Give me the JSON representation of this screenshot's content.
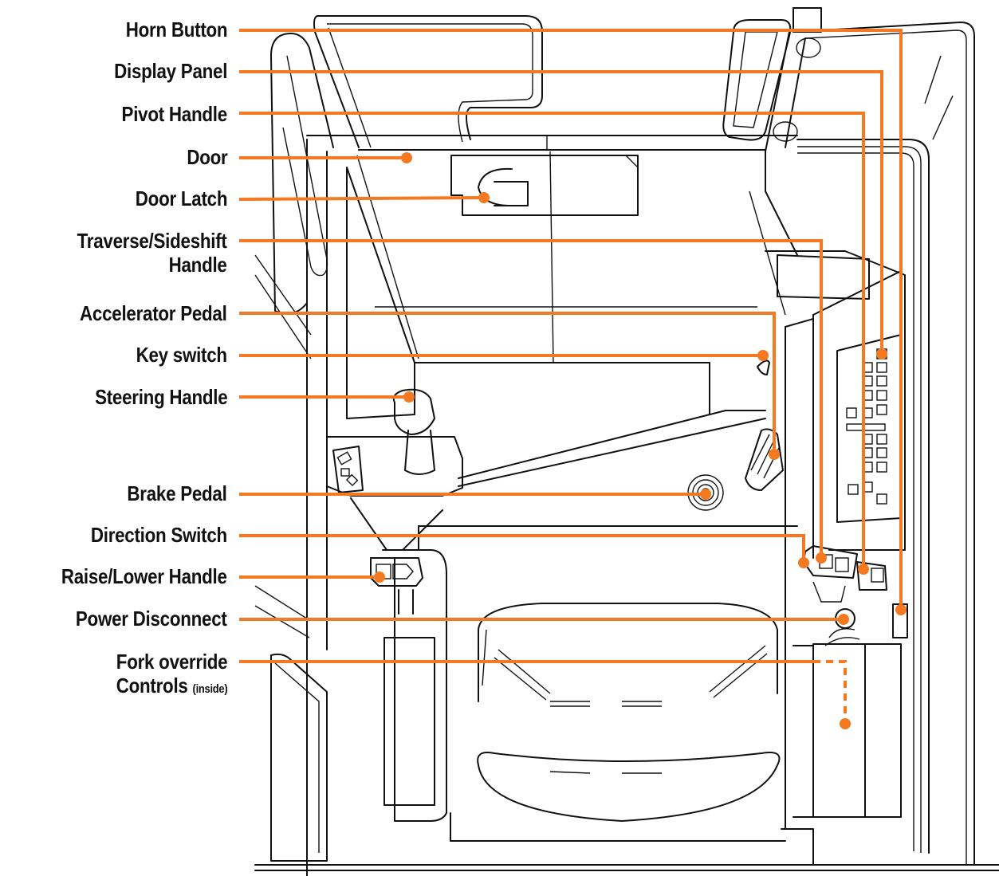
{
  "accent_color": "#f47920",
  "labels": [
    {
      "id": "horn-button",
      "text": "Horn Button"
    },
    {
      "id": "display-panel",
      "text": "Display Panel"
    },
    {
      "id": "pivot-handle",
      "text": "Pivot Handle"
    },
    {
      "id": "door",
      "text": "Door"
    },
    {
      "id": "door-latch",
      "text": "Door Latch"
    },
    {
      "id": "traverse-sideshift-handle",
      "line1": "Traverse/Sideshift",
      "line2": "Handle"
    },
    {
      "id": "accelerator-pedal",
      "text": "Accelerator Pedal"
    },
    {
      "id": "key-switch",
      "text": "Key switch"
    },
    {
      "id": "steering-handle",
      "text": "Steering Handle"
    },
    {
      "id": "brake-pedal",
      "text": "Brake Pedal"
    },
    {
      "id": "direction-switch",
      "text": "Direction Switch"
    },
    {
      "id": "raise-lower-handle",
      "text": "Raise/Lower Handle"
    },
    {
      "id": "power-disconnect",
      "text": "Power Disconnect"
    },
    {
      "id": "fork-override-controls",
      "line1": "Fork override",
      "line2": "Controls",
      "note": "(inside)"
    }
  ]
}
